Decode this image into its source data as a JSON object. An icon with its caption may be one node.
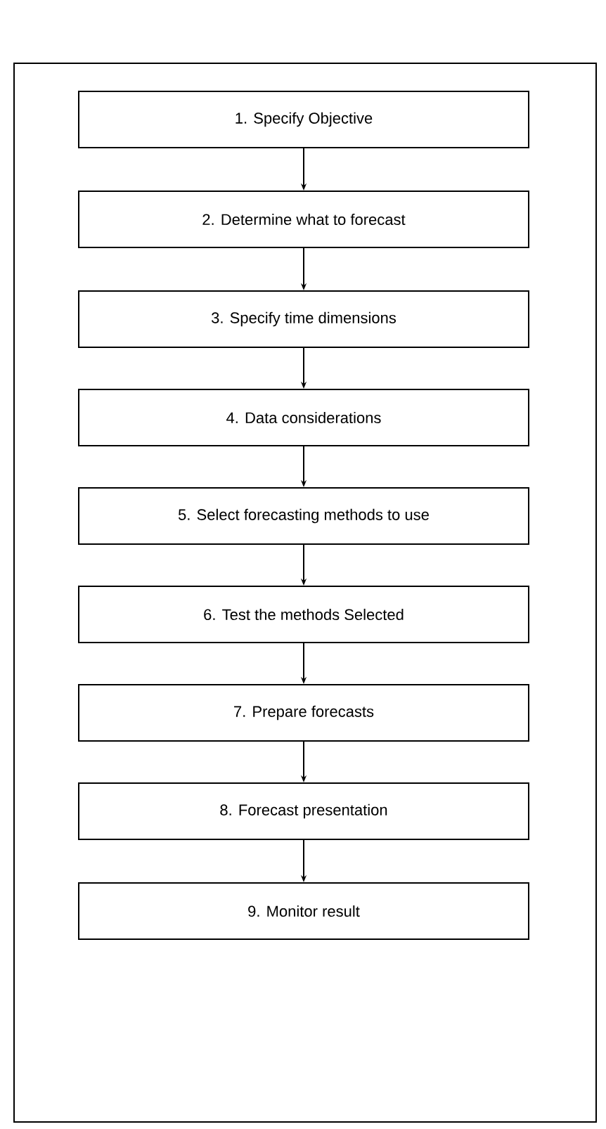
{
  "diagram": {
    "nodes": [
      {
        "text": [
          "1. Specify Objective"
        ]
      },
      {
        "text": [
          "2. Determine what to forecast"
        ]
      },
      {
        "text": [
          "3. Specify time dimensions"
        ]
      },
      {
        "text": [
          "4. Data considerations"
        ]
      },
      {
        "text": [
          "5. Select forecasting methods to use"
        ]
      },
      {
        "text": [
          "6. Test the methods Selected"
        ]
      },
      {
        "text": [
          "7. Prepare forecasts"
        ]
      },
      {
        "text": [
          "8. Forecast presentation"
        ]
      },
      {
        "text": [
          "9. Monitor result"
        ]
      }
    ],
    "edges": [
      {
        "from": 0,
        "to": 1,
        "arrow": "to"
      },
      {
        "from": 1,
        "to": 2,
        "arrow": "to"
      },
      {
        "from": 2,
        "to": 3,
        "arrow": "to"
      },
      {
        "from": 3,
        "to": 4,
        "arrow": "to"
      },
      {
        "from": 4,
        "to": 5,
        "arrow": "to"
      },
      {
        "from": 5,
        "to": 6,
        "arrow": "to"
      },
      {
        "from": 6,
        "to": 7,
        "arrow": "to"
      },
      {
        "from": 7,
        "to": 8,
        "arrow": "to"
      }
    ]
  }
}
